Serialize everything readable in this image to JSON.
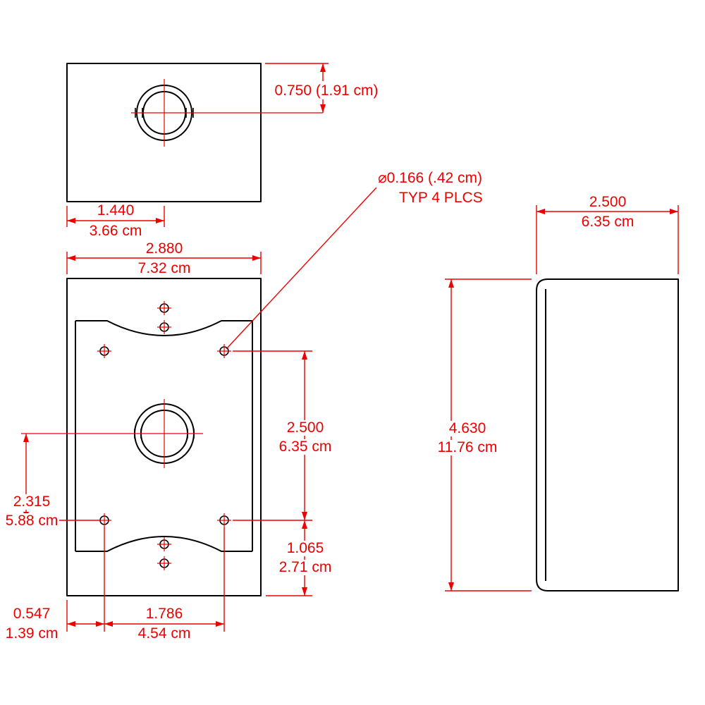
{
  "colors": {
    "outline": "#000000",
    "dimension": "#ee0000",
    "background": "#ffffff"
  },
  "views": {
    "top_view": {
      "dims": {
        "hole_from_top": "0.750 (1.91 cm)",
        "hole_from_left_in": "1.440",
        "hole_from_left_cm": "3.66 cm"
      }
    },
    "front_view": {
      "dims": {
        "width_in": "2.880",
        "width_cm": "7.32 cm",
        "hole_note_line1": "⌀0.166 (.42 cm)",
        "hole_note_line2": "TYP 4 PLCS",
        "hole_spacing_v_in": "2.500",
        "hole_spacing_v_cm": "6.35 cm",
        "hole_to_bottom_in": "1.065",
        "hole_to_bottom_cm": "2.71 cm",
        "center_to_hole_in": "2.315",
        "center_to_hole_cm": "5.88 cm",
        "edge_to_hole_in": "0.547",
        "edge_to_hole_cm": "1.39 cm",
        "hole_spacing_h_in": "1.786",
        "hole_spacing_h_cm": "4.54 cm"
      }
    },
    "side_view": {
      "dims": {
        "depth_in": "2.500",
        "depth_cm": "6.35 cm",
        "height_in": "4.630",
        "height_cm": "11.76 cm"
      }
    }
  }
}
